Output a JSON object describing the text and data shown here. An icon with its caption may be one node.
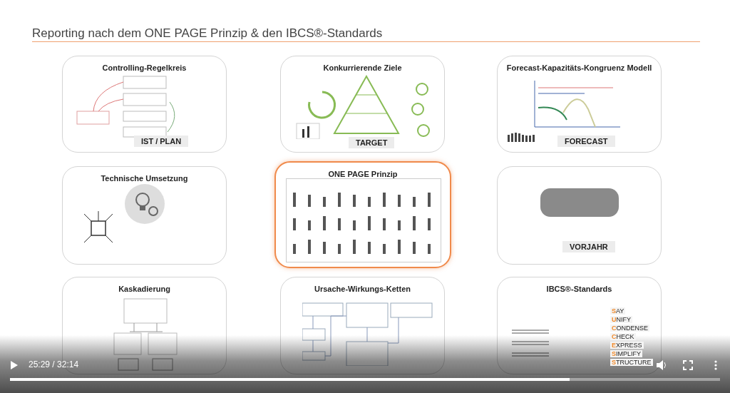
{
  "diagram": {
    "title": "Reporting nach dem ONE PAGE Prinzip & den IBCS®-Standards",
    "nodes": [
      {
        "text": [
          "Controlling-Regelkreis",
          "IST / PLAN"
        ]
      },
      {
        "text": [
          "Konkurrierende Ziele",
          "TARGET"
        ]
      },
      {
        "text": [
          "Forecast-Kapazitäts-Kongruenz Modell",
          "FORECAST"
        ]
      },
      {
        "text": [
          "Technische Umsetzung"
        ]
      },
      {
        "text": [
          "ONE PAGE Prinzip"
        ]
      },
      {
        "text": [
          "VORJAHR"
        ]
      },
      {
        "text": [
          "Kaskadierung"
        ]
      },
      {
        "text": [
          "Ursache-Wirkungs-Ketten"
        ]
      },
      {
        "text": [
          "IBCS®-Standards",
          "SAY",
          "UNIFY",
          "CONDENSE",
          "CHECK",
          "EXPRESS",
          "SIMPLIFY",
          "STRUCTURE"
        ]
      }
    ],
    "edges": [],
    "labels": [
      "25:29 / 32:14"
    ]
  }
}
